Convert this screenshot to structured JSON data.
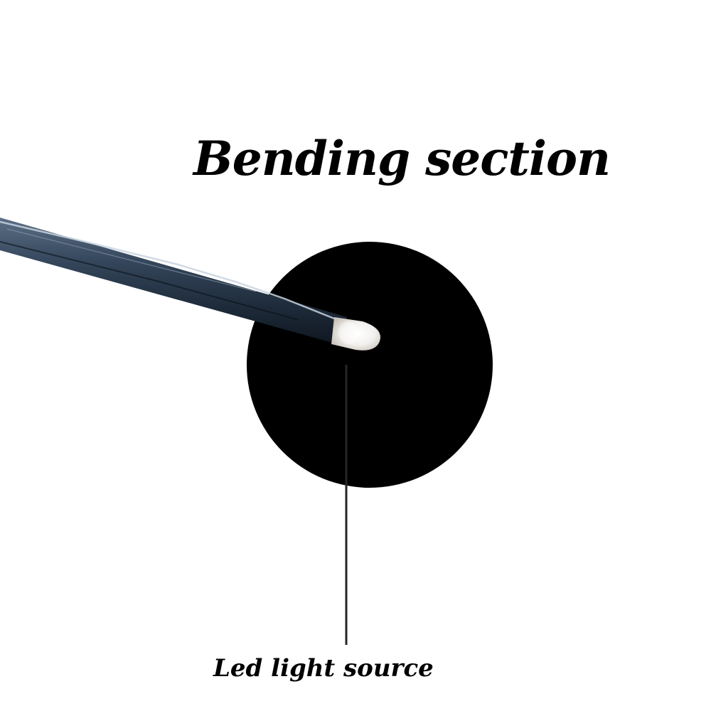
{
  "headline": "Bending section",
  "caption": "Led light source",
  "colors": {
    "background": "#ffffff",
    "disc": "#000000",
    "tube": "#2b3a4c",
    "pointer": "#2a2420"
  },
  "icons": {
    "probe": "endoscope-tube-icon",
    "led": "led-tip-glow"
  }
}
